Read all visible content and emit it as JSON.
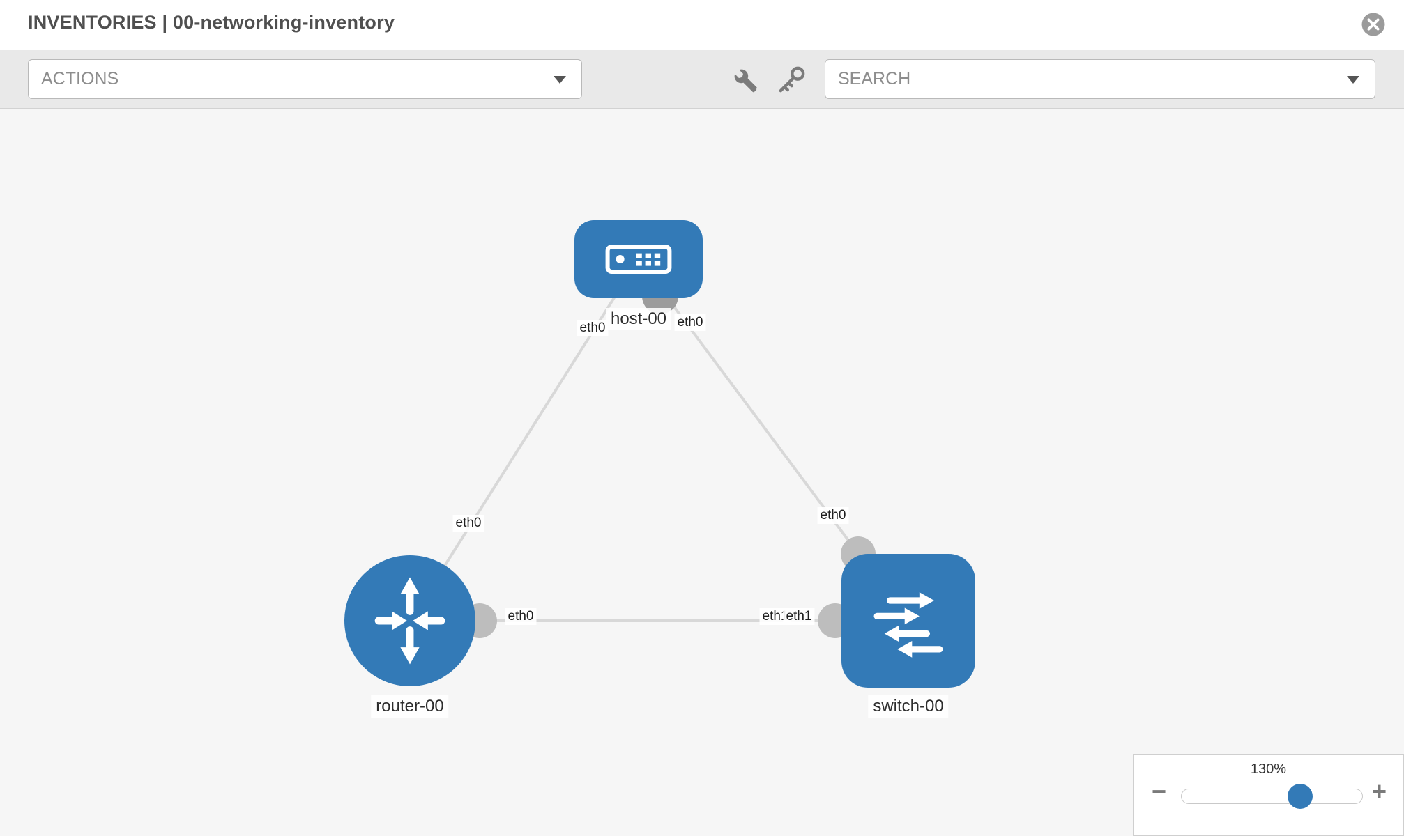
{
  "header": {
    "title": "INVENTORIES | 00-networking-inventory"
  },
  "toolbar": {
    "actions_label": "ACTIONS",
    "search_label": "SEARCH",
    "icons": [
      "wrench-icon",
      "key-icon"
    ]
  },
  "topology": {
    "nodes": [
      {
        "id": "host-00",
        "type": "host",
        "label": "host-00"
      },
      {
        "id": "router-00",
        "type": "router",
        "label": "router-00"
      },
      {
        "id": "switch-00",
        "type": "switch",
        "label": "switch-00"
      }
    ],
    "links": [
      {
        "source": "host-00",
        "target": "router-00",
        "source_interface": "eth0",
        "target_interface": "eth0"
      },
      {
        "source": "host-00",
        "target": "switch-00",
        "source_interface": "eth0",
        "target_interface": "eth0"
      },
      {
        "source": "router-00",
        "target": "switch-00",
        "source_interface": "eth0",
        "target_interface": "eth1"
      }
    ]
  },
  "zoom": {
    "level": "130%",
    "minus_label": "−",
    "plus_label": "+"
  },
  "colors": {
    "node_blue": "#337ab7",
    "link_gray": "#d8d8d8",
    "interface_gray": "#bdbdbd",
    "toolbar_gray": "#e9e9e9",
    "canvas_gray": "#f6f6f6"
  }
}
